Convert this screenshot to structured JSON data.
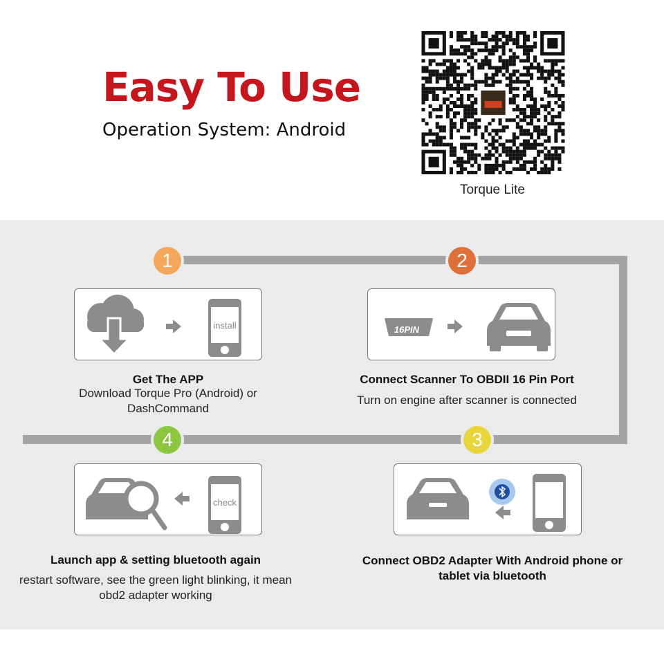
{
  "header": {
    "title": "Easy To Use",
    "subtitle": "Operation System: Android",
    "qr_label": "Torque Lite"
  },
  "colors": {
    "title": "#c4161c",
    "step1": "#f5a85c",
    "step2": "#e0703a",
    "step3": "#e8d53a",
    "step4": "#8dc63f",
    "icon_gray": "#8c8c8c",
    "bluetooth": "#1e4fa0"
  },
  "steps": [
    {
      "number": "1",
      "title": "Get The APP",
      "desc": "Download Torque Pro (Android) or DashCommand",
      "phone_label": "install"
    },
    {
      "number": "2",
      "title": "Connect Scanner To OBDII 16 Pin Port",
      "desc": "Turn on engine after scanner is connected",
      "connector_label": "16PIN"
    },
    {
      "number": "3",
      "title": "Connect OBD2 Adapter With Android phone or tablet via bluetooth",
      "desc": ""
    },
    {
      "number": "4",
      "title": "Launch app & setting bluetooth again",
      "desc": "restart software,  see the green light blinking, it mean obd2 adapter working",
      "phone_label": "check"
    }
  ]
}
